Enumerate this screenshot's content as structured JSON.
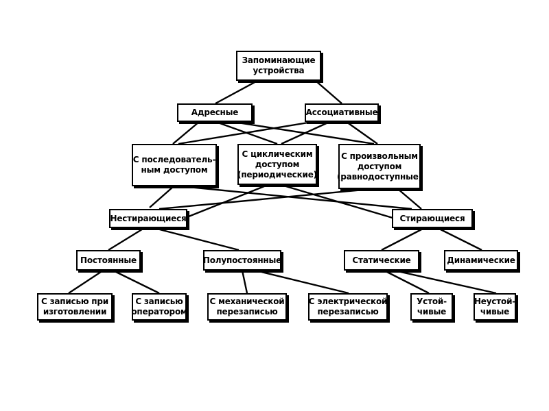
{
  "nodes": {
    "root": [
      "Запоминающие",
      "устройства"
    ],
    "address": [
      "Адресные"
    ],
    "assoc": [
      "Ассоциативные"
    ],
    "seq": [
      "С последователь-",
      "ным доступом"
    ],
    "cyc": [
      "С циклическим",
      "доступом",
      "(периодические)"
    ],
    "rand": [
      "С произвольным",
      "доступом",
      "(равнодоступные)"
    ],
    "nonerase": [
      "Нестирающиеся"
    ],
    "erase": [
      "Стирающиеся"
    ],
    "perm": [
      "Постоянные"
    ],
    "semi": [
      "Полупостоянные"
    ],
    "stat": [
      "Статические"
    ],
    "dyn": [
      "Динамические"
    ],
    "manuf": [
      "С записью при",
      "изготовлении"
    ],
    "oper": [
      "С записью",
      "оператором"
    ],
    "mech": [
      "С механической",
      "перезаписью"
    ],
    "elec": [
      "С электрической",
      "перезаписью"
    ],
    "stable": [
      "Устой-",
      "чивые"
    ],
    "unstable": [
      "Неустой-",
      "чивые"
    ]
  }
}
